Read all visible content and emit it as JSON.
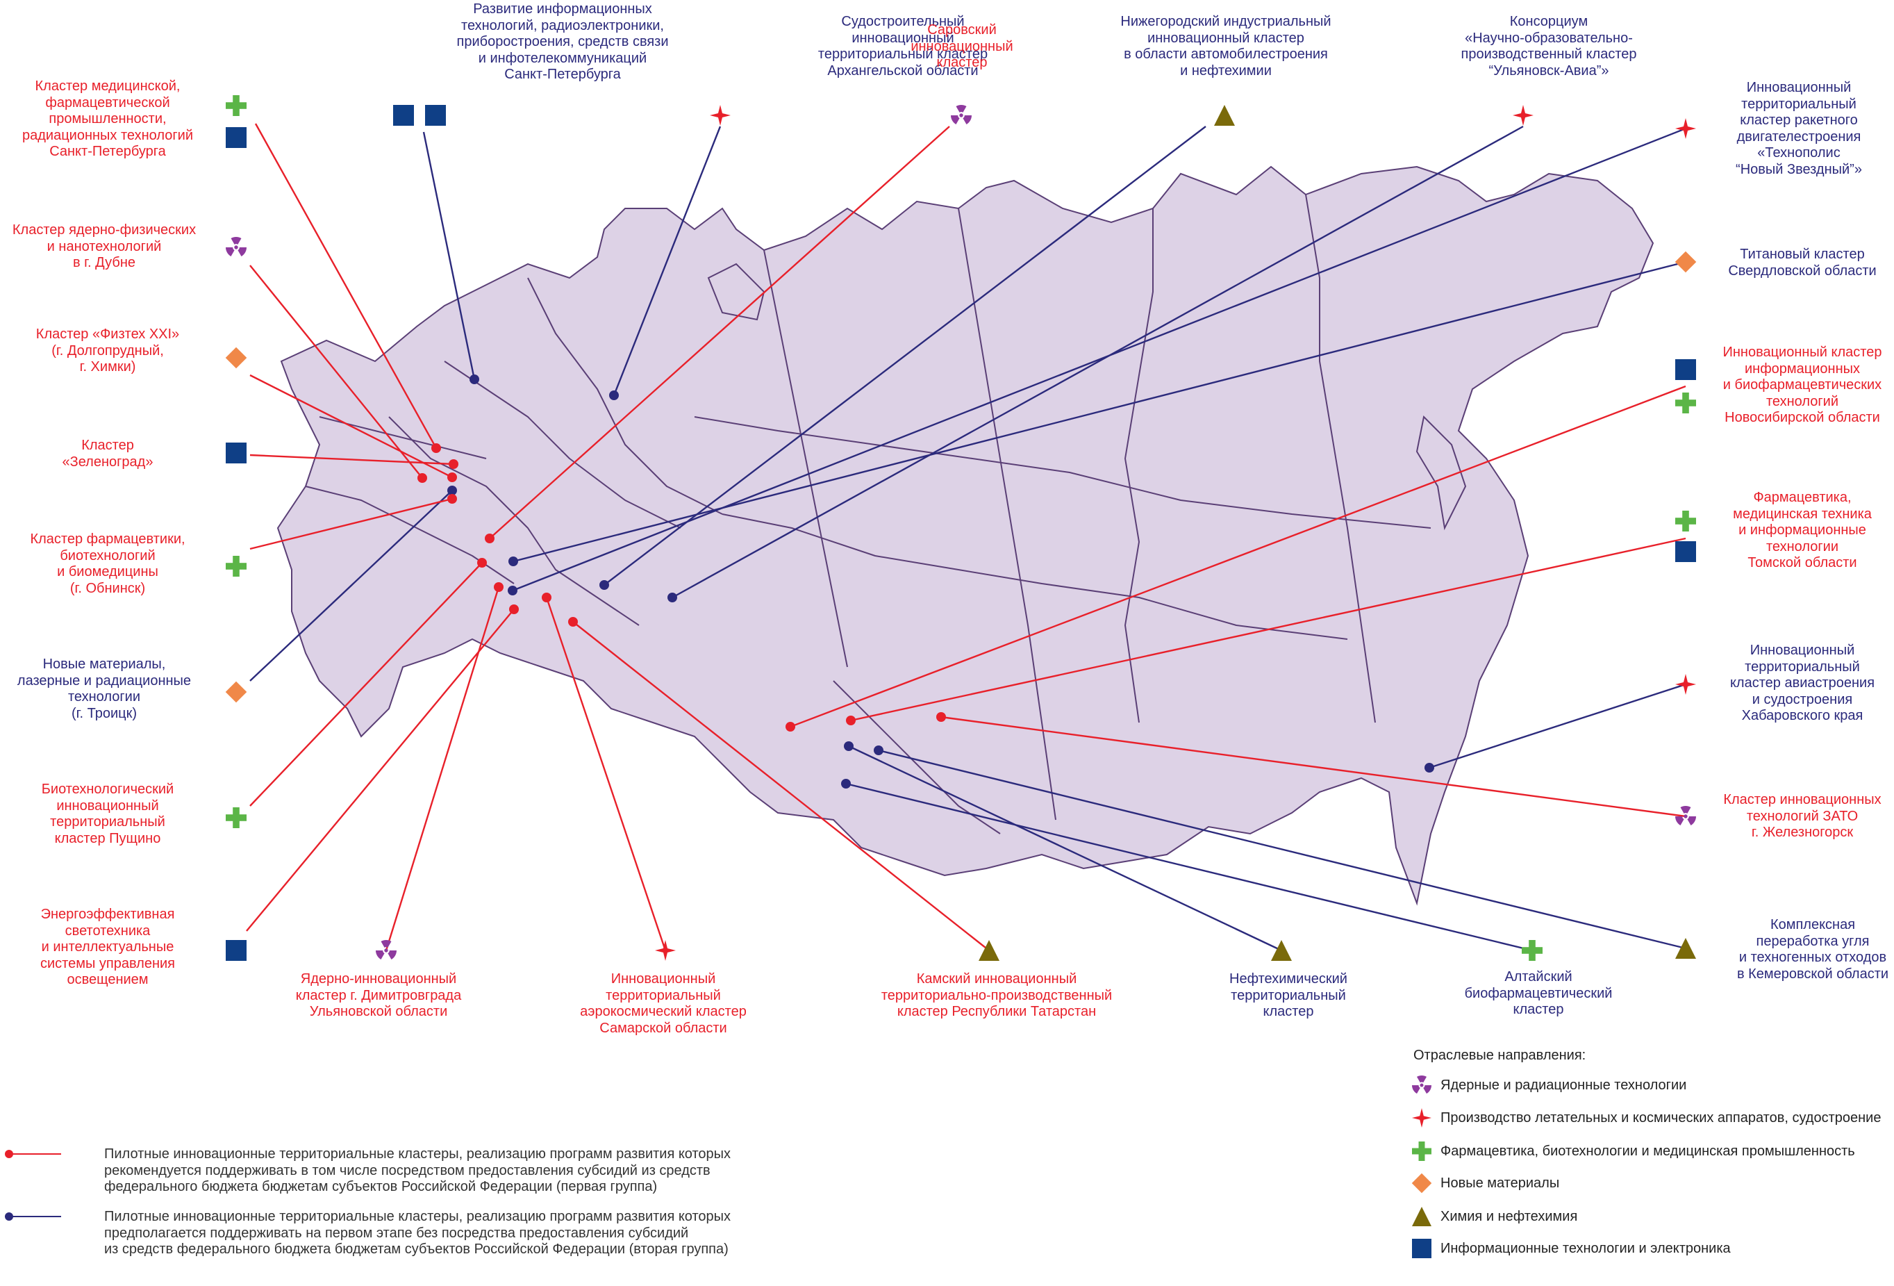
{
  "colors": {
    "territory": "#ddd2e6",
    "border": "#5a3f76",
    "group1": "#e8202a",
    "group2": "#2b2a7c",
    "nuclear": "#8e3a9e",
    "aero": "#e8202a",
    "pharma": "#5bb547",
    "materials": "#f08848",
    "chemistry": "#7a6a0a",
    "it": "#0f3f86"
  },
  "clusters": [
    {
      "id": "spb-it",
      "label": "Развитие информационных\nтехнологий, радиоэлектроники,\nприборостроения, средств связи\nи инфотелекоммуникаций\nСанкт-Петербурга",
      "group": 2,
      "icons": [
        "it",
        "it"
      ]
    },
    {
      "id": "arkh",
      "label": "Судостроительный\nинновационный\nтерриториальный кластер\nАрхангельской области",
      "group": 2,
      "icons": [
        "aero"
      ]
    },
    {
      "id": "sarov",
      "label": "Саровский\nинновационный\nкластер",
      "group": 1,
      "icons": [
        "nuclear"
      ]
    },
    {
      "id": "nn",
      "label": "Нижегородский индустриальный\nинновационный кластер\nв области автомобилестроения\nи нефтехимии",
      "group": 2,
      "icons": [
        "chemistry"
      ]
    },
    {
      "id": "ulyan-avia",
      "label": "Консорциум\n«Научно-образовательно-\nпроизводственный кластер\n“Ульяновск-Авиа”»",
      "group": 2,
      "icons": [
        "aero"
      ]
    },
    {
      "id": "zvezdny",
      "label": "Инновационный\nтерриториальный\nкластер ракетного\nдвигателестроения\n«Технополис\n“Новый Звездный”»",
      "group": 2,
      "icons": [
        "aero"
      ]
    },
    {
      "id": "titan",
      "label": "Титановый кластер\nСвердловской области",
      "group": 2,
      "icons": [
        "materials"
      ]
    },
    {
      "id": "novosib",
      "label": "Инновационный кластер\nинформационных\nи биофармацевтических\nтехнологий\nНовосибирской области",
      "group": 1,
      "icons": [
        "it",
        "pharma"
      ]
    },
    {
      "id": "tomsk",
      "label": "Фармацевтика,\nмедицинская техника\nи информационные\nтехнологии\nТомской области",
      "group": 1,
      "icons": [
        "pharma",
        "it"
      ]
    },
    {
      "id": "khab",
      "label": "Инновационный\nтерриториальный\nкластер авиастроения\nи судостроения\nХабаровского края",
      "group": 2,
      "icons": [
        "aero"
      ]
    },
    {
      "id": "zheleznogorsk",
      "label": "Кластер инновационных\nтехнологий ЗАТО\nг. Железногорск",
      "group": 1,
      "icons": [
        "nuclear"
      ]
    },
    {
      "id": "kemerovo",
      "label": "Комплексная\nпереработка угля\nи техногенных отходов\nв Кемеровской области",
      "group": 2,
      "icons": [
        "chemistry"
      ]
    },
    {
      "id": "altai",
      "label": "Алтайский\nбиофармацевтический\nкластер",
      "group": 2,
      "icons": [
        "pharma"
      ]
    },
    {
      "id": "neftekhim",
      "label": "Нефтехимический\nтерриториальный\nкластер",
      "group": 2,
      "icons": [
        "chemistry"
      ]
    },
    {
      "id": "kama",
      "label": "Камский инновационный\nтерриториально-производственный\nкластер Республики Татарстан",
      "group": 1,
      "icons": [
        "chemistry"
      ]
    },
    {
      "id": "samara",
      "label": "Инновационный\nтерриториальный\nаэрокосмический кластер\nСамарской области",
      "group": 1,
      "icons": [
        "aero"
      ]
    },
    {
      "id": "dimitrovgrad",
      "label": "Ядерно-инновационный\nкластер г. Димитровграда\nУльяновской области",
      "group": 1,
      "icons": [
        "nuclear"
      ]
    },
    {
      "id": "energo",
      "label": "Энергоэффективная\nсветотехника\nи интеллектуальные\nсистемы управления\nосвещением",
      "group": 1,
      "icons": [
        "it"
      ]
    },
    {
      "id": "pushchino",
      "label": "Биотехнологический\nинновационный\nтерриториальный\nкластер Пущино",
      "group": 1,
      "icons": [
        "pharma"
      ]
    },
    {
      "id": "troitsk",
      "label": "Новые материалы,\nлазерные и радиационные\nтехнологии\n(г. Троицк)",
      "group": 2,
      "icons": [
        "materials"
      ]
    },
    {
      "id": "obninsk",
      "label": "Кластер фармацевтики,\nбиотехнологий\nи биомедицины\n(г. Обнинск)",
      "group": 1,
      "icons": [
        "pharma"
      ]
    },
    {
      "id": "zelenograd",
      "label": "Кластер\n«Зеленоград»",
      "group": 1,
      "icons": [
        "it"
      ]
    },
    {
      "id": "fiztekh",
      "label": "Кластер «Физтех XXI»\n(г. Долгопрудный,\nг. Химки)",
      "group": 1,
      "icons": [
        "materials"
      ]
    },
    {
      "id": "dubna",
      "label": "Кластер ядерно-физических\nи нанотехнологий\nв г. Дубне",
      "group": 1,
      "icons": [
        "nuclear"
      ]
    },
    {
      "id": "spb-med",
      "label": "Кластер медицинской,\nфармацевтической\nпромышленности,\nрадиационных технологий\nСанкт-Петербурга",
      "group": 1,
      "icons": [
        "pharma",
        "it"
      ]
    }
  ],
  "legend": {
    "title": "Отраслевые направления:",
    "items": [
      {
        "icon": "nuclear",
        "label": "Ядерные и радиационные технологии"
      },
      {
        "icon": "aero",
        "label": "Производство летательных и космических аппаратов, судостроение"
      },
      {
        "icon": "pharma",
        "label": "Фармацевтика, биотехнологии и медицинская промышленность"
      },
      {
        "icon": "materials",
        "label": "Новые материалы"
      },
      {
        "icon": "chemistry",
        "label": "Химия и нефтехимия"
      },
      {
        "icon": "it",
        "label": "Информационные технологии и электроника"
      }
    ]
  },
  "groups": [
    {
      "color": "group1",
      "label": "Пилотные инновационные территориальные кластеры, реализацию программ развития которых\nрекомендуется поддерживать в том числе посредством предоставления субсидий из средств\nфедерального бюджета бюджетам субъектов Российской Федерации (первая группа)"
    },
    {
      "color": "group2",
      "label": "Пилотные инновационные территориальные кластеры, реализацию программ развития которых\nпредполагается поддерживать на первом этапе без посредства предоставления субсидий\nиз средств федерального бюджета бюджетам субъектов Российской Федерации (вторая группа)"
    }
  ]
}
